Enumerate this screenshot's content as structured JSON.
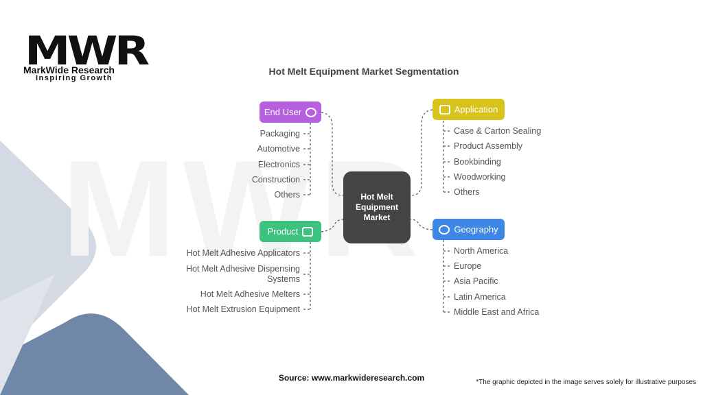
{
  "logo": {
    "mark": "MWR",
    "name": "MarkWide Research",
    "tagline": "Inspiring Growth"
  },
  "title": "Hot Melt Equipment Market Segmentation",
  "center": "Hot Melt Equipment Market",
  "segments": {
    "end_user": {
      "label": "End User",
      "icon": "hand-heart-icon",
      "color": "#b660e0",
      "items": [
        "Packaging",
        "Automotive",
        "Electronics",
        "Construction",
        "Others"
      ]
    },
    "application": {
      "label": "Application",
      "icon": "sewing-machine-icon",
      "color": "#d8c31c",
      "items": [
        "Case & Carton Sealing",
        "Product Assembly",
        "Bookbinding",
        "Woodworking",
        "Others"
      ]
    },
    "product": {
      "label": "Product",
      "icon": "microwave-icon",
      "color": "#3ec280",
      "items": [
        "Hot Melt Adhesive Applicators",
        "Hot Melt Adhesive Dispensing Systems",
        "Hot Melt Adhesive Melters",
        "Hot Melt Extrusion Equipment"
      ]
    },
    "geography": {
      "label": "Geography",
      "icon": "globe-stand-icon",
      "color": "#3f87e6",
      "items": [
        "North America",
        "Europe",
        "Asia Pacific",
        "Latin America",
        "Middle East and Africa"
      ]
    }
  },
  "source": "Source: www.markwideresearch.com",
  "note": "*The graphic depicted in the image serves solely for illustrative purposes"
}
